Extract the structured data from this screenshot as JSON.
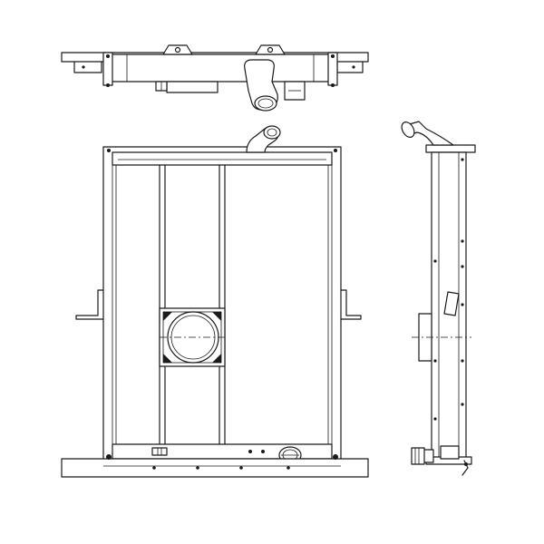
{
  "drawing": {
    "views": [
      "top-view",
      "front-view",
      "side-view"
    ],
    "line_color": "#1a1a1a",
    "background": "#ffffff"
  }
}
